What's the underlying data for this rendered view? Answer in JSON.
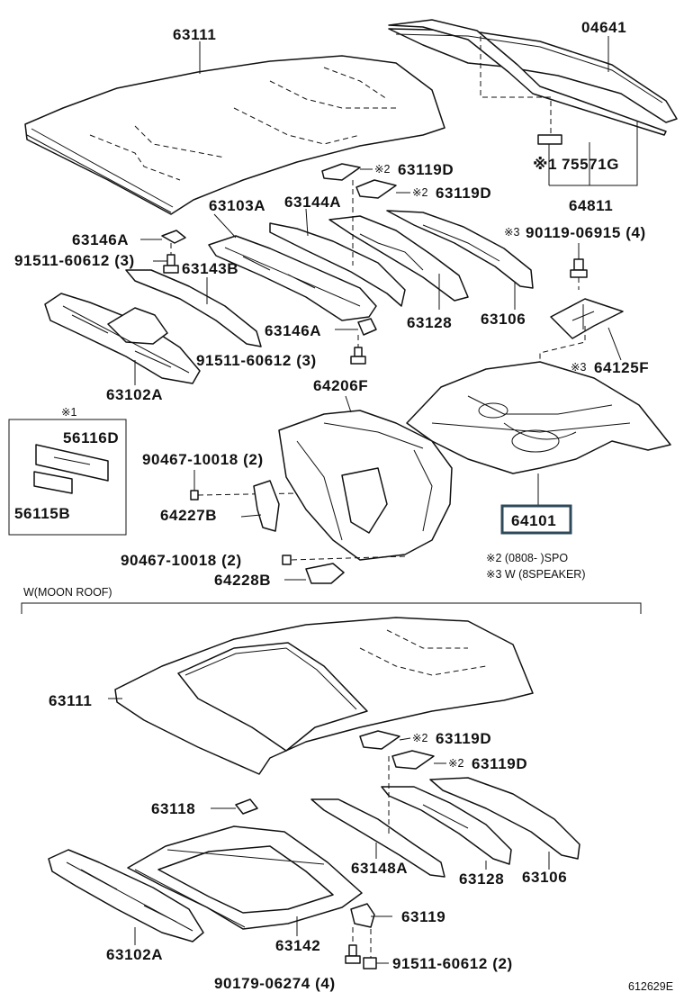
{
  "diagram_code": "612629E",
  "section_moon_roof": "W(MOON ROOF)",
  "legend": {
    "note2": "※2 (0808-       )SPO",
    "note3": "※3 W (8SPEAKER)",
    "inset_mark": "※1"
  },
  "labels": {
    "roof_panel_top": "63111",
    "back_window": "04641",
    "clip_75571g": "75571G",
    "mark_75571g": "※1",
    "molding_64811": "64811",
    "pad_a": "63119D",
    "pad_a_mark": "※2",
    "pad_b": "63119D",
    "pad_b_mark": "※2",
    "bolt_top": "90119-06915 (4)",
    "bolt_top_mark": "※3",
    "rail_63103a": "63103A",
    "rail_63144a": "63144A",
    "bracket_63146a_left": "63146A",
    "bolt_91511_left": "91511-60612 (3)",
    "rail_63143b": "63143B",
    "bracket_63146a_right": "63146A",
    "bolt_91511_mid": "91511-60612 (3)",
    "bow_63128_top": "63128",
    "bow_63106_top": "63106",
    "bracket_64125f": "64125F",
    "bracket_64125f_mark": "※3",
    "header_63102a_top": "63102A",
    "panel_64206f": "64206F",
    "floor_64101": "64101",
    "screw_90467_a": "90467-10018 (2)",
    "screw_90467_b": "90467-10018 (2)",
    "bracket_64227b": "64227B",
    "bracket_64228b": "64228B",
    "ins_56116d": "56116D",
    "ins_56115b": "56115B",
    "roof_panel_moon": "63111",
    "pad_c": "63119D",
    "pad_c_mark": "※2",
    "pad_d": "63119D",
    "pad_d_mark": "※2",
    "clip_63118": "63118",
    "rail_63148a": "63148A",
    "bow_63128_moon": "63128",
    "bow_63106_moon": "63106",
    "header_63102a_moon": "63102A",
    "frame_63142": "63142",
    "bracket_63119": "63119",
    "bolt_91511_moon": "91511-60612 (2)",
    "bolt_90179": "90179-06274 (4)"
  }
}
